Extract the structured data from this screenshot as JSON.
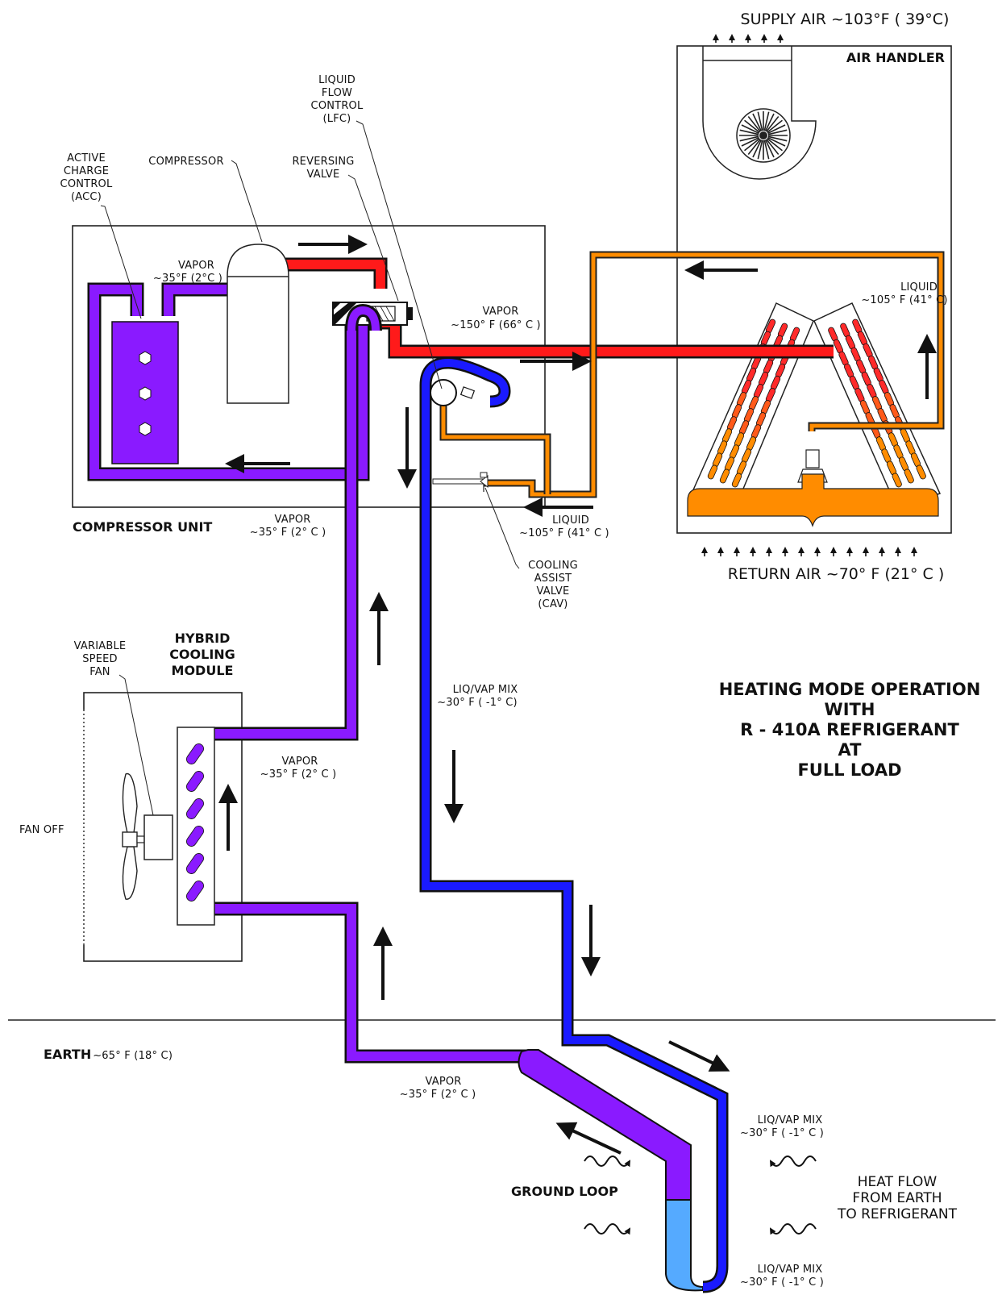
{
  "title": {
    "line1": "HEATING MODE OPERATION",
    "line2": "WITH",
    "line3": "R - 410A REFRIGERANT",
    "line4": "AT",
    "line5": "FULL LOAD"
  },
  "components": {
    "compressor_unit": "COMPRESSOR UNIT",
    "air_handler": "AIR HANDLER",
    "hybrid_cooling_module": {
      "line1": "HYBRID",
      "line2": "COOLING",
      "line3": "MODULE"
    },
    "ground_loop": "GROUND LOOP",
    "compressor": "COMPRESSOR",
    "reversing_valve": {
      "line1": "REVERSING",
      "line2": "VALVE"
    },
    "acc": {
      "line1": "ACTIVE",
      "line2": "CHARGE",
      "line3": "CONTROL",
      "line4": "(ACC)"
    },
    "lfc": {
      "line1": "LIQUID",
      "line2": "FLOW",
      "line3": "CONTROL",
      "line4": "(LFC)"
    },
    "cav": {
      "line1": "COOLING",
      "line2": "ASSIST",
      "line3": "VALVE",
      "line4": "(CAV)"
    },
    "fan": {
      "line1": "VARIABLE",
      "line2": "SPEED",
      "line3": "FAN"
    },
    "fan_status": "FAN OFF"
  },
  "air": {
    "supply": "SUPPLY AIR ~103°F ( 39°C)",
    "return": "RETURN AIR ~70° F (21° C )"
  },
  "states": {
    "vapor_compressor_in": {
      "line1": "VAPOR",
      "line2": "~35°F (2°C )"
    },
    "vapor_discharge": {
      "line1": "VAPOR",
      "line2": "~150° F (66° C )"
    },
    "liquid_coil": {
      "line1": "LIQUID",
      "line2": "~105° F (41° C)"
    },
    "liquid_return": {
      "line1": "LIQUID",
      "line2": "~105° F (41° C )"
    },
    "vapor_unit": {
      "line1": "VAPOR",
      "line2": "~35° F (2° C )"
    },
    "vapor_hcm": {
      "line1": "VAPOR",
      "line2": "~35° F (2° C )"
    },
    "mix_down": {
      "line1": "LIQ/VAP MIX",
      "line2": "~30° F ( -1° C)"
    },
    "vapor_ground": {
      "line1": "VAPOR",
      "line2": "~35° F (2° C )"
    },
    "mix_ground_top": {
      "line1": "LIQ/VAP MIX",
      "line2": "~30° F ( -1° C )"
    },
    "mix_ground_bottom": {
      "line1": "LIQ/VAP MIX",
      "line2": "~30° F ( -1° C )"
    }
  },
  "earth": {
    "label": "EARTH",
    "temp": "~65° F (18° C)"
  },
  "heat_flow": {
    "line1": "HEAT FLOW",
    "line2": "FROM EARTH",
    "line3": "TO REFRIGERANT"
  },
  "colors": {
    "hot_vapor": "#ff1a1a",
    "liquid": "#ff8c00",
    "suction_vapor": "#8a1aff",
    "mix": "#1a1aff",
    "mix_light": "#55aaff",
    "coil_red": "#ff2a2a",
    "coil_orange": "#ff8c00"
  }
}
